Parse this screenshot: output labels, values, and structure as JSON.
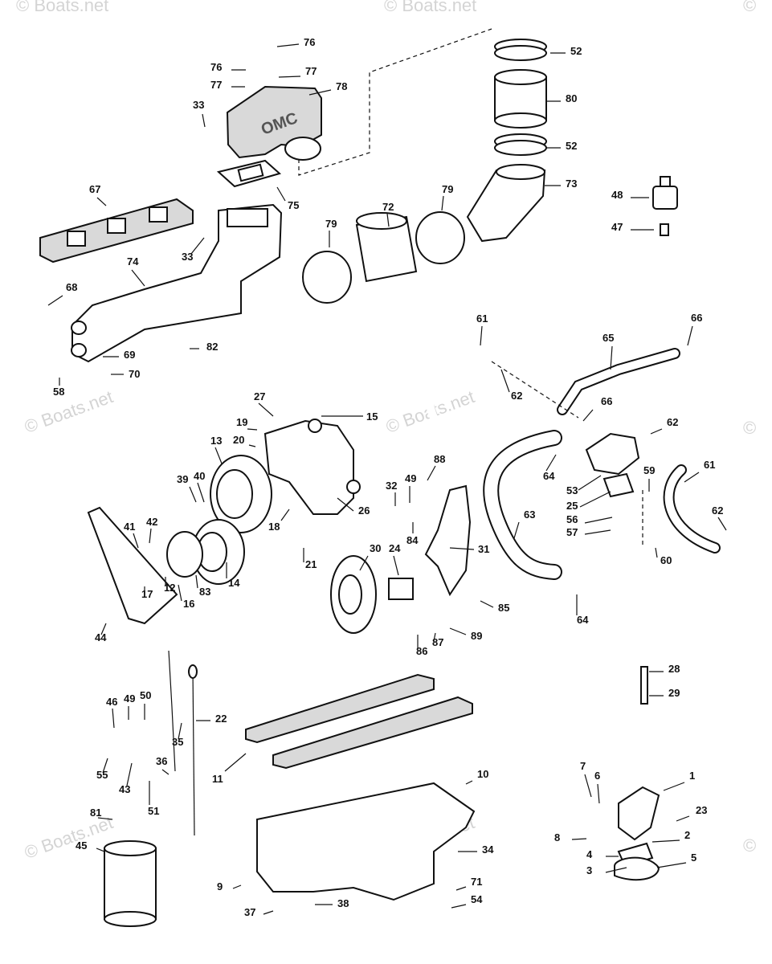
{
  "watermarks": {
    "top_left": "© Boats.net",
    "top_center": "© Boats.net",
    "top_right": "©",
    "mid_left": "© Boats.net",
    "center": "© Boats.net",
    "mid_right": "©",
    "bottom_left": "© Boats.net",
    "bottom_center": "© Boats.net",
    "bottom_right": "©",
    "color": "#d4d4d4"
  },
  "manifold_logo": "OMC",
  "callouts": [
    "1",
    "2",
    "3",
    "4",
    "5",
    "6",
    "7",
    "8",
    "9",
    "10",
    "11",
    "12",
    "13",
    "14",
    "15",
    "16",
    "17",
    "18",
    "19",
    "20",
    "21",
    "22",
    "23",
    "24",
    "25",
    "26",
    "27",
    "28",
    "29",
    "30",
    "31",
    "32",
    "33",
    "34",
    "35",
    "36",
    "37",
    "38",
    "39",
    "40",
    "41",
    "42",
    "43",
    "44",
    "45",
    "46",
    "47",
    "48",
    "49",
    "50",
    "51",
    "52",
    "53",
    "54",
    "55",
    "56",
    "57",
    "58",
    "59",
    "60",
    "61",
    "62",
    "63",
    "64",
    "65",
    "66",
    "67",
    "68",
    "69",
    "70",
    "71",
    "72",
    "73",
    "74",
    "75",
    "76",
    "77",
    "78",
    "79",
    "80",
    "81",
    "82",
    "83",
    "84",
    "85",
    "86",
    "87",
    "88",
    "89"
  ]
}
